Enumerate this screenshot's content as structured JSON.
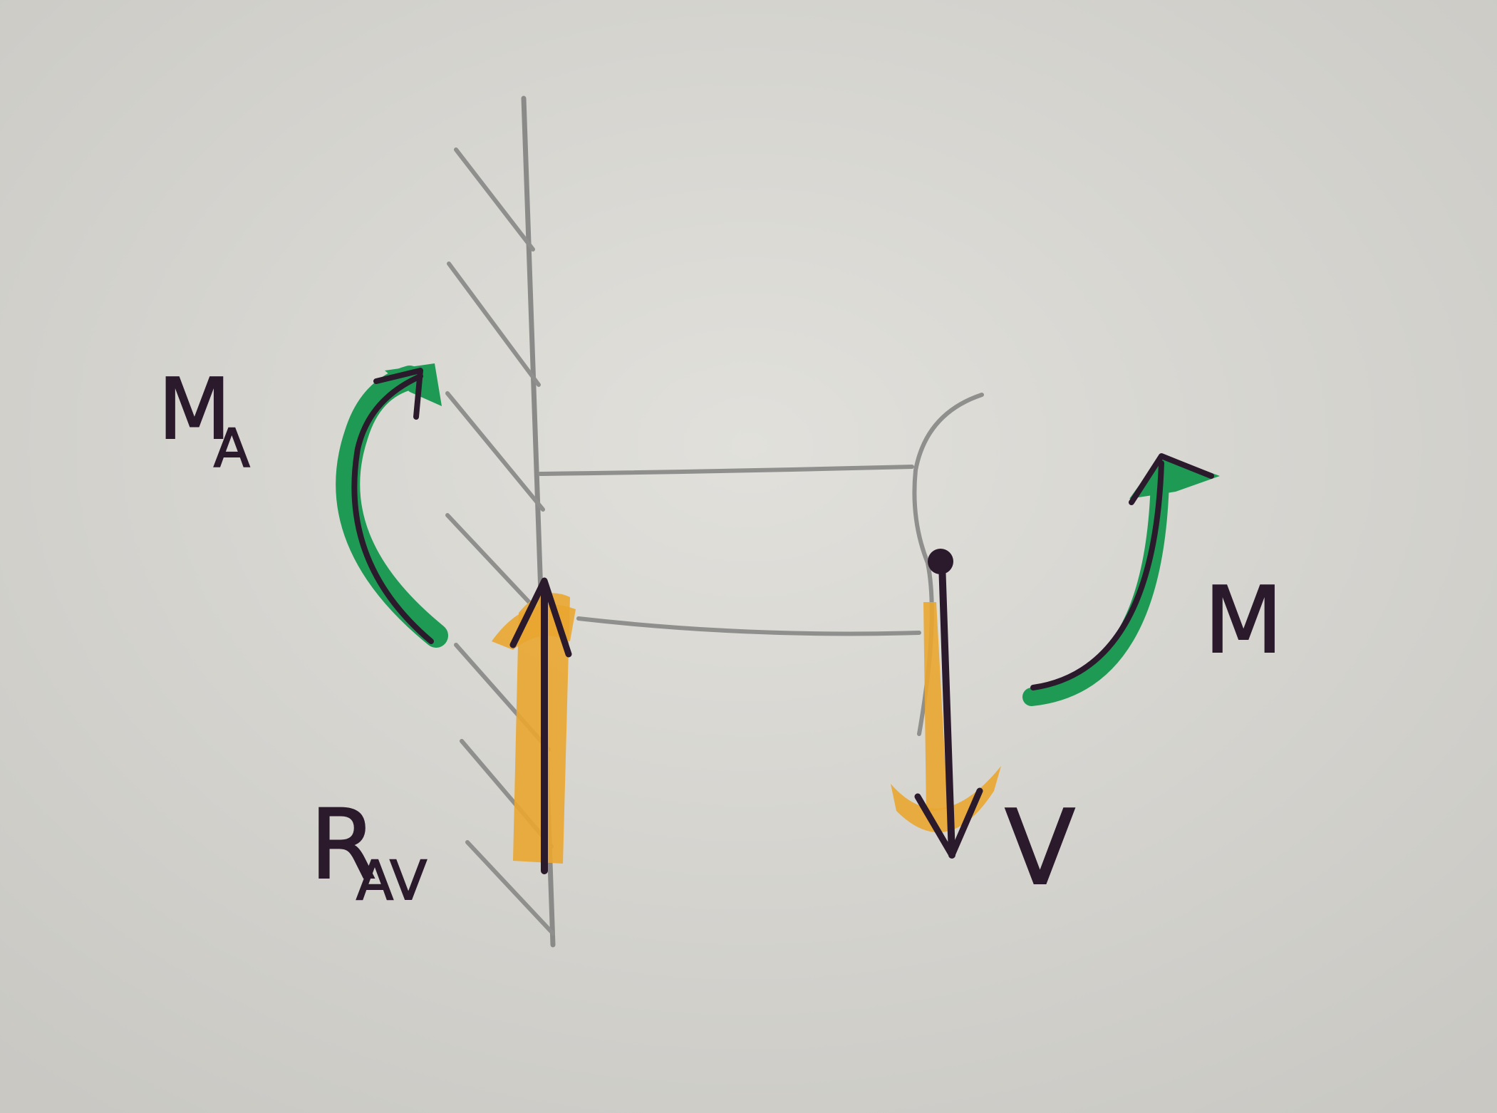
{
  "labels": {
    "reaction_moment": "M",
    "reaction_moment_sub": "A",
    "reaction_force": "R",
    "reaction_force_sub": "AV",
    "shear_force": "V",
    "bending_moment": "M"
  },
  "colors": {
    "paper": "#d9d8d3",
    "pencil": "#8a8a88",
    "ink": "#2a1a2c",
    "force_highlight": "#e9a630",
    "moment_highlight": "#1f9a55"
  }
}
